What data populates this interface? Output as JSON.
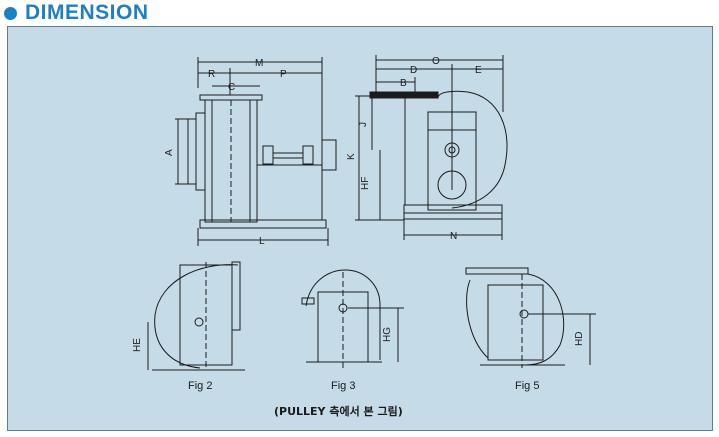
{
  "header": {
    "title": "DIMENSION"
  },
  "labels": {
    "M": "M",
    "R": "R",
    "P": "P",
    "C": "C",
    "A": "A",
    "L": "L",
    "O": "O",
    "D": "D",
    "E": "E",
    "B": "B",
    "J": "J",
    "K": "K",
    "HF": "HF",
    "N": "N",
    "HE": "HE",
    "HG": "HG",
    "HD": "HD"
  },
  "captions": {
    "fig2": "Fig 2",
    "fig3": "Fig 3",
    "fig5": "Fig 5"
  },
  "note": "(PULLEY 측에서 본 그림)",
  "colors": {
    "title": "#1f7fc4",
    "panel": "#c5dbe8",
    "line": "#1b1b1b"
  }
}
